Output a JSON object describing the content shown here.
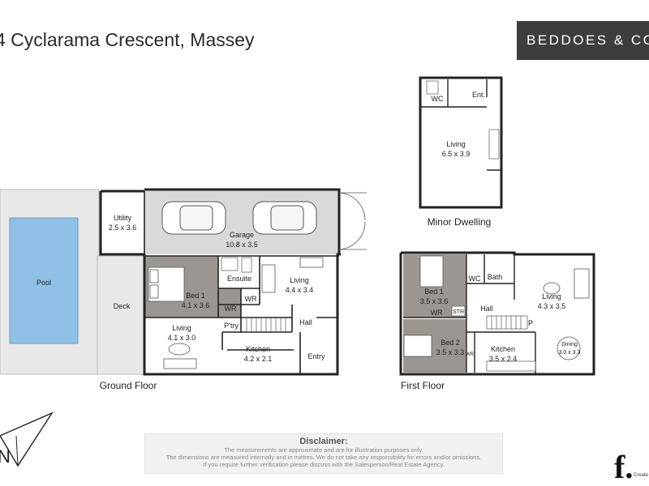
{
  "header": {
    "address": "4 Cyclarama Crescent, Massey",
    "brand": "BEDDOES & CO"
  },
  "colors": {
    "wall": "#222222",
    "garage_fill": "#d9d9d9",
    "bedroom_fill": "#9c9693",
    "deck_fill": "#e8e8e8",
    "pool_fill": "#8fc1e6",
    "brand_bg": "#3d3d3d"
  },
  "ground_floor": {
    "caption": "Ground Floor",
    "pool": "Pool",
    "deck": "Deck",
    "utility": {
      "name": "Utility",
      "size": "2.5 x 3.6"
    },
    "garage": {
      "name": "Garage",
      "size": "10.8 x 3.5"
    },
    "bed1": {
      "name": "Bed 1",
      "size": "4.1 x 3.6"
    },
    "ensuite": "Ensuite",
    "wr1": "WR",
    "wr2": "WR",
    "living_upper": {
      "name": "Living",
      "size": "4.4 x 3.4"
    },
    "living_lower": {
      "name": "Living",
      "size": "4.1 x 3.0"
    },
    "pantry": "P'try",
    "hall": "Hall",
    "kitchen": {
      "name": "Kitchen",
      "size": "4.2 x 2.1"
    },
    "entry": "Entry"
  },
  "minor_dwelling": {
    "caption": "Minor Dwelling",
    "wc": "WC",
    "entry": "Ent.",
    "living": {
      "name": "Living",
      "size": "6.5 x 3.9"
    }
  },
  "first_floor": {
    "caption": "First Floor",
    "bed1": {
      "name": "Bed 1",
      "size": "3.5 x 3.6"
    },
    "wc": "WC",
    "bath": "Bath",
    "wr": "WR",
    "str": "STR",
    "hall": "Hall",
    "p": "P",
    "bed2": {
      "name": "Bed 2",
      "size": "3.5 x 3.3"
    },
    "wr_small": "WR",
    "kitchen": {
      "name": "Kitchen",
      "size": "3.5 x 2.4"
    },
    "living": {
      "name": "Living",
      "size": "4.3 x 3.5"
    },
    "dining": {
      "name": "Dining",
      "size": "3.0 x 3.3"
    }
  },
  "compass": {
    "label": "N",
    "icon": "north-arrow-icon"
  },
  "disclaimer": {
    "title": "Disclaimer:",
    "lines": [
      "The measurements are approximate and are for illustration purposes only.",
      "The dimensions are measured internally and in metres. We do not take any responsibility for errors and/or omissions.",
      "If you require further verification please discuss with the Salesperson/Real Estate Agency."
    ]
  },
  "logo": {
    "mark": "f.",
    "text": "Create"
  }
}
